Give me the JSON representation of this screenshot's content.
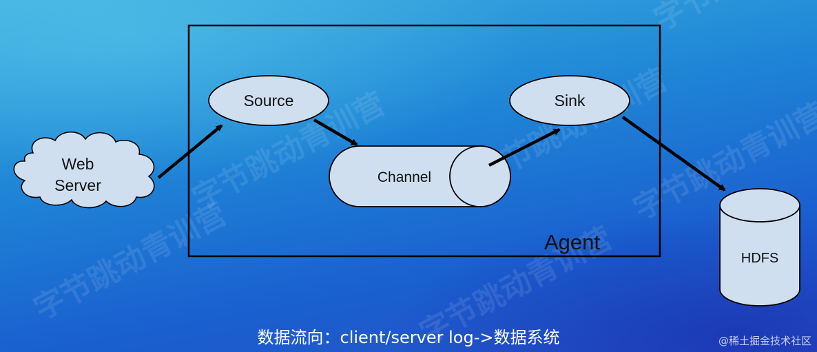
{
  "diagram": {
    "nodes": {
      "web_server": {
        "line1": "Web",
        "line2": "Server"
      },
      "source": "Source",
      "channel": "Channel",
      "sink": "Sink",
      "hdfs": "HDFS"
    },
    "agent_label": "Agent"
  },
  "caption": "数据流向：client/server log->数据系统",
  "watermark": "字节跳动青训营",
  "credit": "@稀土掘金技术社区",
  "colors": {
    "node_fill": "#cfdff0",
    "stroke": "#000000",
    "caption_text": "#ffffff"
  }
}
